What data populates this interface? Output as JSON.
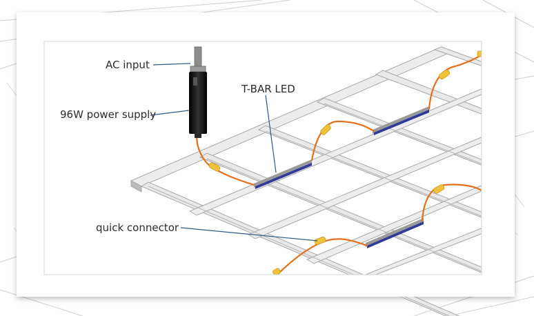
{
  "diagram": {
    "labels": {
      "ac_input": "AC input",
      "power_supply": "96W power supply",
      "tbar_led": "T-BAR LED",
      "quick_connector": "quick connector"
    },
    "colors": {
      "grid_rail": "#e8e8e8",
      "grid_rail_edge": "#a9a9a9",
      "led_strip": "#303a9a",
      "led_housing": "#9a9a9a",
      "cable": "#e66f1a",
      "connector": "#f0c23a",
      "power_supply_body": "#1b1b1b",
      "leader_line": "#2e5a86"
    }
  }
}
